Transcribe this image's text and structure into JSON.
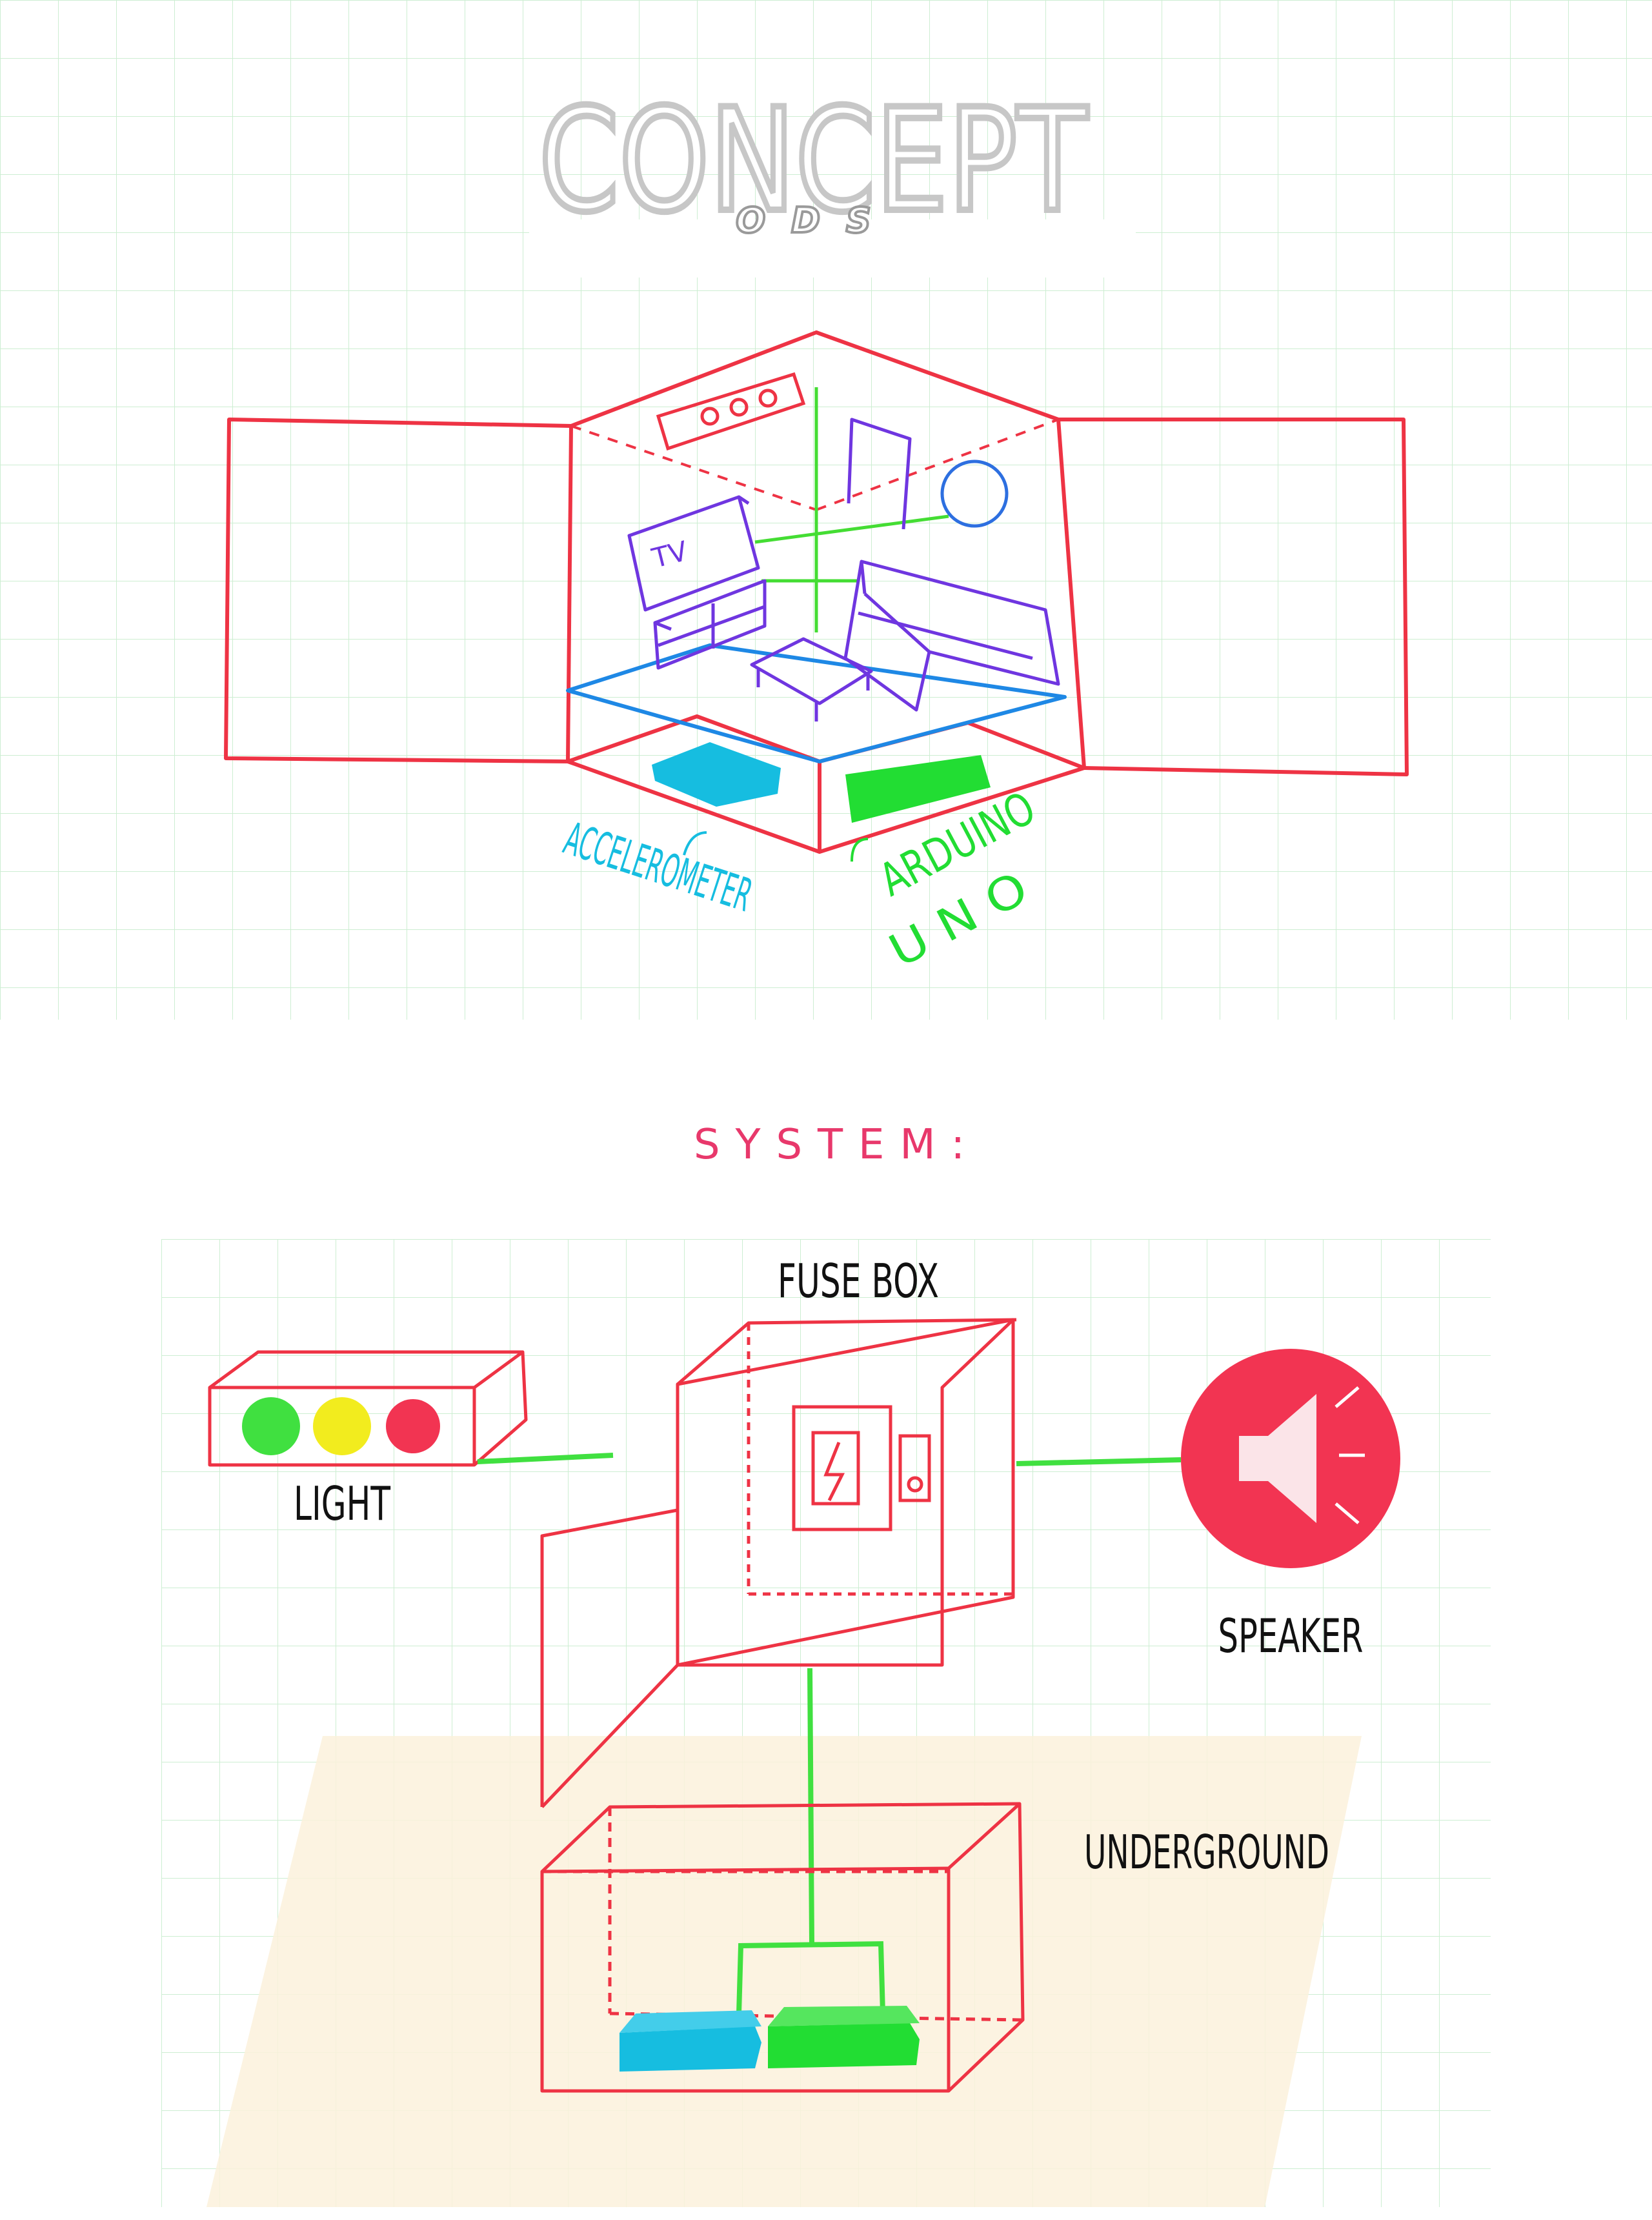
{
  "title": {
    "main": "CONCEPT",
    "sub": "ODS"
  },
  "room_labels": {
    "tv": "TV",
    "accelerometer": "ACCELEROMETER",
    "arduino_line1": "ARDUINO",
    "arduino_line2": "U N O"
  },
  "system": {
    "heading": "S Y S T E M :",
    "fuse_box": "FUSE BOX",
    "light": "LIGHT",
    "speaker": "SPEAKER",
    "underground": "UNDERGROUND"
  },
  "colors": {
    "red": "#ee3344",
    "blue_sensor": "#16bde0",
    "green_board": "#22dd33",
    "violet": "#6f36e0",
    "pink_heading": "#e8386b",
    "speaker": "#f23452",
    "light_green": "#40e040",
    "light_yellow": "#f2ec1e",
    "light_red": "#f23452",
    "underground_fill": "#fbf1dc",
    "grid": "#c9f1cf"
  }
}
